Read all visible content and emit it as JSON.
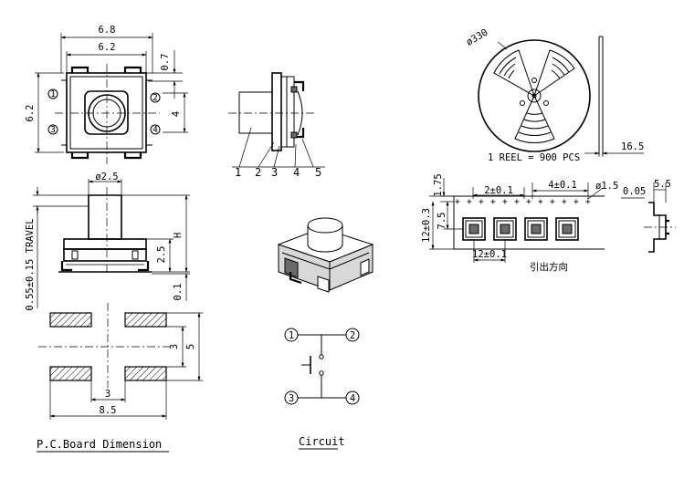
{
  "top_view": {
    "width_outer": "6.8",
    "width_inner": "6.2",
    "height_side": "6.2",
    "offset_top": "0.7",
    "pad_pitch": "4",
    "pin_numbers": [
      "1",
      "2",
      "3",
      "4"
    ]
  },
  "side_view": {
    "part_numbers": [
      "1",
      "2",
      "3",
      "4",
      "5"
    ]
  },
  "front_view": {
    "stem_diameter": "ø2.5",
    "travel": "0.55±0.15 TRAVEL",
    "height_label": "H",
    "body_height": "2.5",
    "base_gap": "0.1"
  },
  "pcb": {
    "pad_height": "3",
    "pad_span": "5",
    "pad_gap": "3",
    "overall_width": "8.5",
    "title": "P.C.Board Dimension"
  },
  "circuit": {
    "title": "Circuit",
    "pins": [
      "1",
      "2",
      "3",
      "4"
    ]
  },
  "reel": {
    "diameter": "ø330",
    "quantity": "1 REEL = 900 PCS",
    "width": "16.5"
  },
  "tape": {
    "edge_to_hole": "1.75",
    "hole_pitch": "2±0.1",
    "hole_to_pocket": "4±0.1",
    "hole_diameter": "ø1.5",
    "tape_width": "12±0.3",
    "pocket_offset": "7.5",
    "pocket_pitch": "12±0.1",
    "direction": "引出方向",
    "thickness": "0.05",
    "depth": "5.5"
  }
}
